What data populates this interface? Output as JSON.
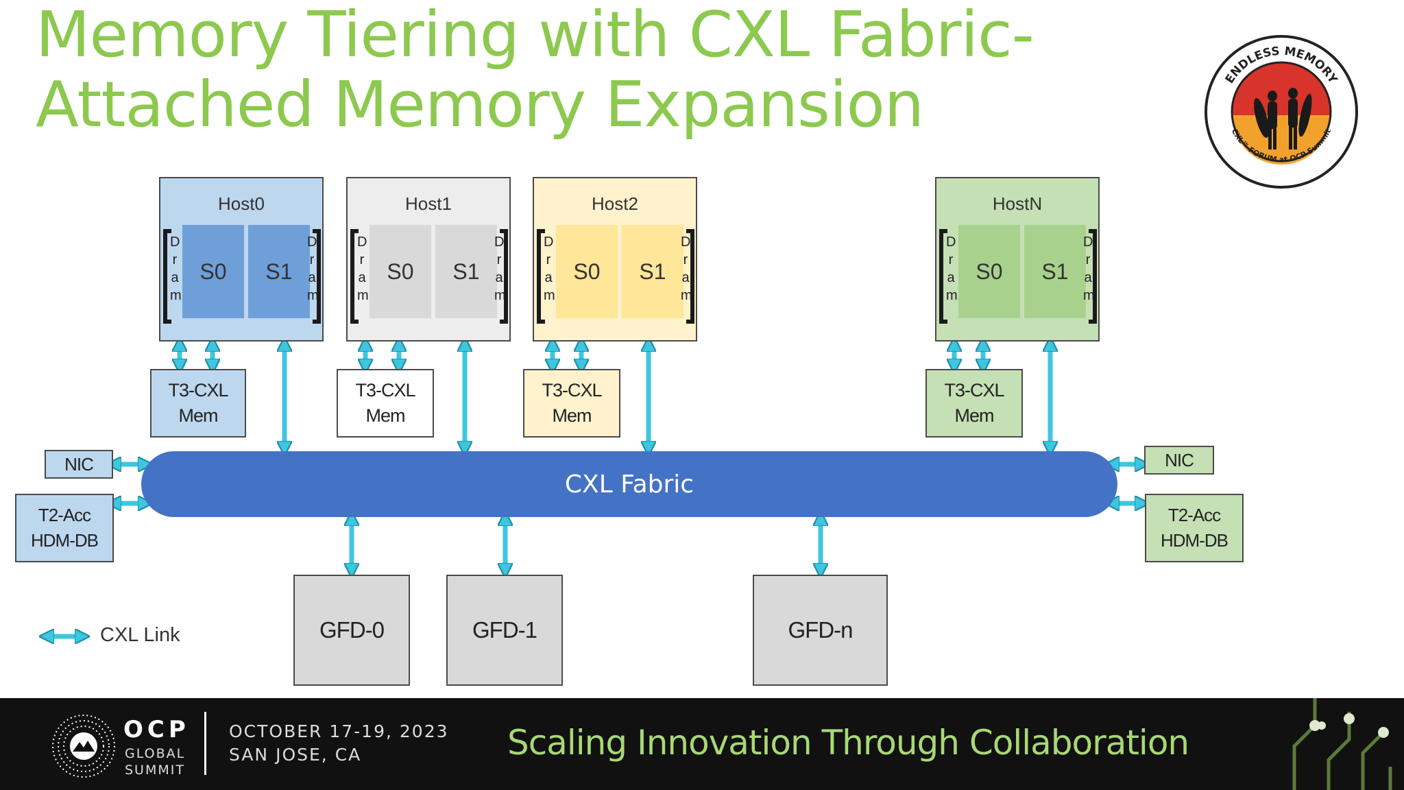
{
  "title": {
    "line1": "Memory Tiering with CXL Fabric-",
    "line2": "Attached Memory Expansion"
  },
  "logo": {
    "top_text": "ENDLESS MEMORY",
    "bottom_text": "CXL™ FORUM at OCP Summit"
  },
  "hosts": [
    {
      "label": "Host0",
      "s0": "S0",
      "s1": "S1",
      "dram": "Dram",
      "color": "#bdd7ee",
      "socket_color": "#6f9fd8"
    },
    {
      "label": "Host1",
      "s0": "S0",
      "s1": "S1",
      "dram": "Dram",
      "color": "#ededed",
      "socket_color": "#d9d9d9"
    },
    {
      "label": "Host2",
      "s0": "S0",
      "s1": "S1",
      "dram": "Dram",
      "color": "#fff2cc",
      "socket_color": "#ffe699"
    },
    {
      "label": "HostN",
      "s0": "S0",
      "s1": "S1",
      "dram": "Dram",
      "color": "#c5e0b4",
      "socket_color": "#a9d18e"
    }
  ],
  "mem_devices": [
    {
      "line1": "T3-CXL",
      "line2": "Mem"
    },
    {
      "line1": "T3-CXL",
      "line2": "Mem"
    },
    {
      "line1": "T3-CXL",
      "line2": "Mem"
    },
    {
      "line1": "T3-CXL",
      "line2": "Mem"
    }
  ],
  "fabric": {
    "label": "CXL Fabric",
    "color": "#4472c4"
  },
  "left_devices": {
    "nic": "NIC",
    "acc_line1": "T2-Acc",
    "acc_line2": "HDM-DB"
  },
  "right_devices": {
    "nic": "NIC",
    "acc_line1": "T2-Acc",
    "acc_line2": "HDM-DB"
  },
  "gfds": [
    "GFD-0",
    "GFD-1",
    "GFD-n"
  ],
  "legend": {
    "label": "CXL Link",
    "link_color": "#3ec6e0"
  },
  "footer": {
    "ocp": "OCP",
    "global": "GLOBAL",
    "summit": "SUMMIT",
    "date": "OCTOBER 17-19, 2023",
    "location": "SAN JOSE, CA",
    "tagline": "Scaling Innovation Through Collaboration"
  }
}
